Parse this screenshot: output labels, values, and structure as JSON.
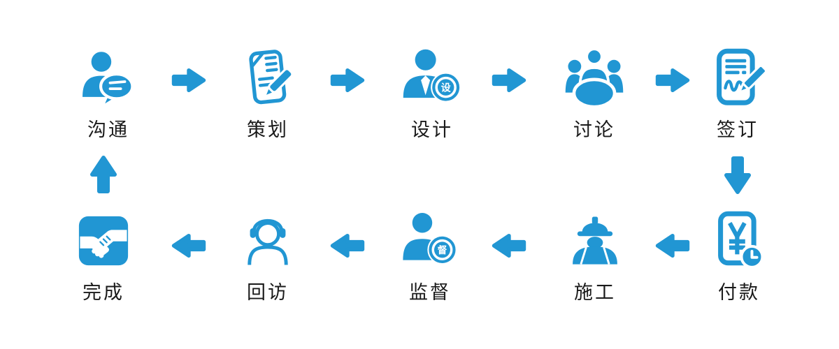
{
  "colors": {
    "accent": "#2196D3",
    "label_text": "#1A1A1A",
    "background": "#FFFFFF"
  },
  "flow": {
    "direction_top_row": "left-to-right",
    "direction_bottom_row": "right-to-left",
    "top_row": [
      {
        "label": "沟通",
        "icon": "person-chat-icon"
      },
      {
        "label": "策划",
        "icon": "document-pen-icon"
      },
      {
        "label": "设计",
        "icon": "designer-badge-icon",
        "badge": "设"
      },
      {
        "label": "讨论",
        "icon": "meeting-group-icon"
      },
      {
        "label": "签订",
        "icon": "contract-sign-icon"
      }
    ],
    "bottom_row": [
      {
        "label": "付款",
        "icon": "payment-clock-icon",
        "currency_symbol": "¥"
      },
      {
        "label": "施工",
        "icon": "construction-worker-icon"
      },
      {
        "label": "监督",
        "icon": "supervisor-badge-icon",
        "badge": "督"
      },
      {
        "label": "回访",
        "icon": "support-headset-icon"
      },
      {
        "label": "完成",
        "icon": "handshake-icon"
      }
    ]
  }
}
